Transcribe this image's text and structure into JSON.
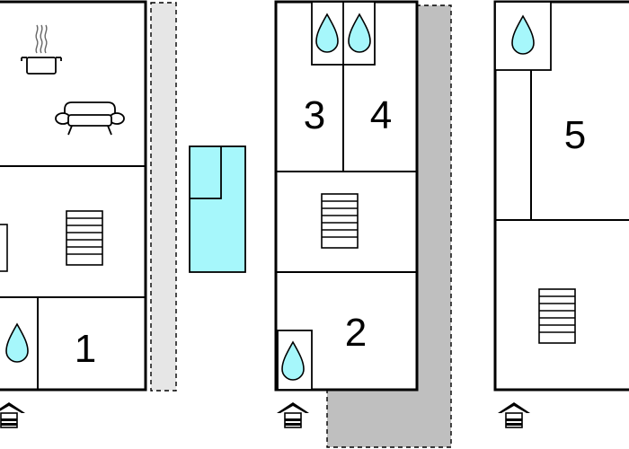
{
  "rooms": {
    "r1": "1",
    "r2": "2",
    "r3": "3",
    "r4": "4",
    "r5": "5"
  },
  "icons": {
    "water": "water-drop-icon",
    "kitchen": "cooking-pot-icon",
    "sofa": "sofa-icon",
    "stairs": "stairs-icon",
    "entrance": "entrance-icon"
  },
  "colors": {
    "wall": "#000000",
    "water": "#a6f7fb",
    "pool": "#a6f7fb",
    "terrace": "#e6e6e6",
    "terrace_dark": "#bfbfbf"
  }
}
